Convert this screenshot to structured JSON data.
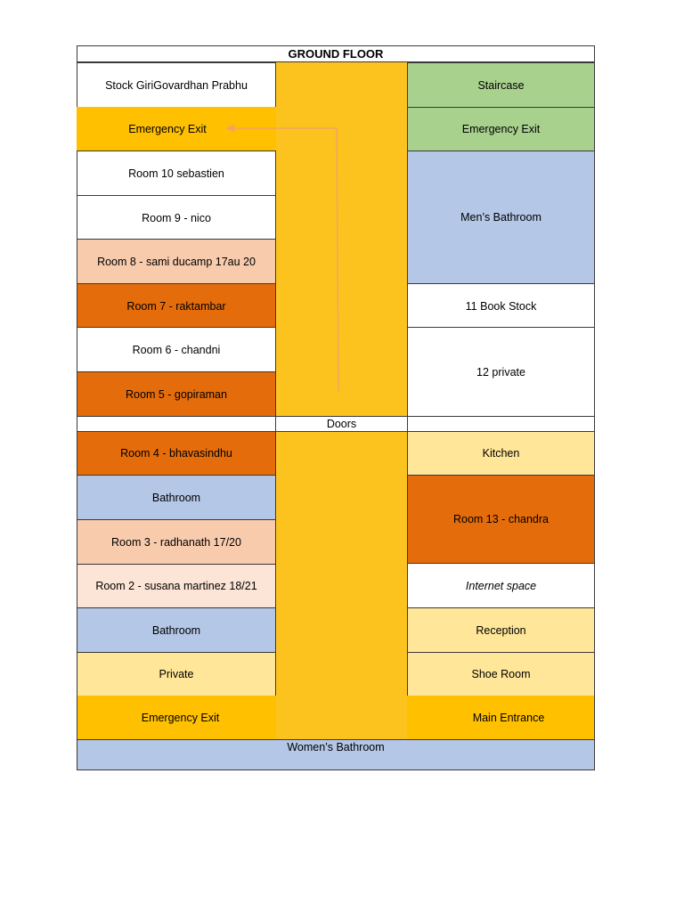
{
  "title": "GROUND FLOOR",
  "colors": {
    "white": "#ffffff",
    "green": "#a9d18e",
    "blue": "#b4c7e7",
    "peach": "#f8cbad",
    "orange": "#e46c0a",
    "gold": "#ffc000",
    "yellow": "#ffe699",
    "cream": "#fce4d6",
    "corridor": "#fcc31f",
    "arrow": "#f4a460"
  },
  "left_upper": [
    {
      "label": "Stock GiriGovardhan Prabhu",
      "color": "white"
    },
    {
      "label": "Emergency Exit",
      "color": "gold"
    },
    {
      "label": "Room 10 sebastien",
      "color": "white"
    },
    {
      "label": "Room 9 - nico",
      "color": "white"
    },
    {
      "label": "Room 8 - sami ducamp 17au 20",
      "color": "peach"
    },
    {
      "label": "Room 7 - raktambar",
      "color": "orange"
    },
    {
      "label": "Room 6 - chandni",
      "color": "white"
    },
    {
      "label": "Room 5 - gopiraman",
      "color": "orange"
    }
  ],
  "right_upper": [
    {
      "label": "Staircase",
      "color": "green"
    },
    {
      "label": "Emergency Exit",
      "color": "green"
    },
    {
      "label": "Men’s Bathroom",
      "color": "blue"
    },
    {
      "label": "11 Book Stock",
      "color": "white"
    },
    {
      "label": "12 private",
      "color": "white"
    }
  ],
  "doors": "Doors",
  "left_lower": [
    {
      "label": "Room 4 - bhavasindhu",
      "color": "orange"
    },
    {
      "label": "Bathroom",
      "color": "blue"
    },
    {
      "label": "Room 3 - radhanath 17/20",
      "color": "peach"
    },
    {
      "label": "Room 2 - susana martinez 18/21",
      "color": "cream"
    },
    {
      "label": "Bathroom",
      "color": "blue"
    },
    {
      "label": "Private",
      "color": "yellow"
    },
    {
      "label": "Emergency Exit",
      "color": "gold"
    }
  ],
  "right_lower": [
    {
      "label": "Kitchen",
      "color": "yellow"
    },
    {
      "label": "Room 13 -  chandra",
      "color": "orange"
    },
    {
      "label": "Internet space",
      "color": "white"
    },
    {
      "label": "Reception",
      "color": "yellow"
    },
    {
      "label": "Shoe Room",
      "color": "yellow"
    },
    {
      "label": "Main Entrance",
      "color": "gold"
    }
  ],
  "bottom": "Women’s Bathroom"
}
